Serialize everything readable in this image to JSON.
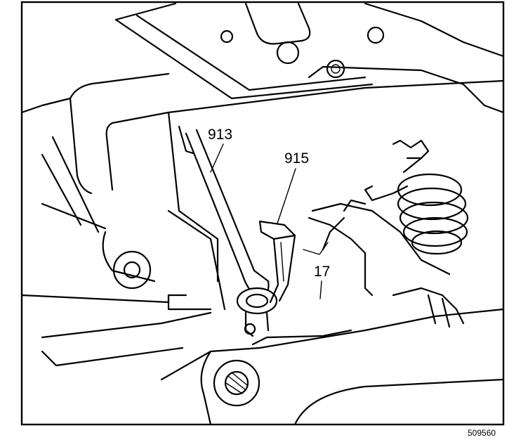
{
  "callouts": [
    {
      "id": "913",
      "label": "913"
    },
    {
      "id": "915",
      "label": "915"
    },
    {
      "id": "17",
      "label": "17"
    }
  ],
  "figure_number": "509560"
}
